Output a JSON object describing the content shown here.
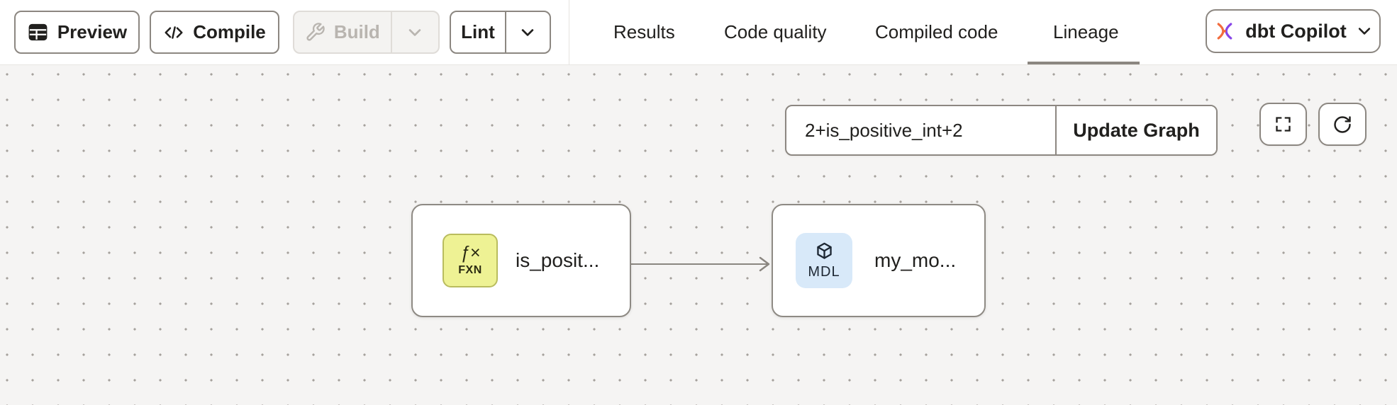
{
  "header": {
    "preview_label": "Preview",
    "compile_label": "Compile",
    "build_label": "Build",
    "lint_label": "Lint",
    "tabs": [
      {
        "label": "Results",
        "active": false
      },
      {
        "label": "Code quality",
        "active": false
      },
      {
        "label": "Compiled code",
        "active": false
      },
      {
        "label": "Lineage",
        "active": true
      }
    ],
    "copilot_label": "dbt Copilot"
  },
  "lineage": {
    "selector_value": "2+is_positive_int+2",
    "update_button_label": "Update Graph",
    "nodes": [
      {
        "type": "function",
        "badge_symbol": "ƒ×",
        "badge_code": "FXN",
        "label": "is_posit...",
        "badge_bg": "#eef294"
      },
      {
        "type": "model",
        "badge_code": "MDL",
        "label": "my_mo...",
        "badge_bg": "#d8e9f9"
      }
    ],
    "edges": [
      {
        "from": "is_posit...",
        "to": "my_mo..."
      }
    ]
  },
  "colors": {
    "active_tab_underline": "#8b8680",
    "button_border": "#8c8781",
    "canvas_bg": "#f5f4f3",
    "canvas_dot": "#a5a19c",
    "copilot_orange": "#f26c3e",
    "copilot_purple": "#8745e8",
    "function_badge": "#eef294",
    "model_badge": "#d8e9f9"
  }
}
